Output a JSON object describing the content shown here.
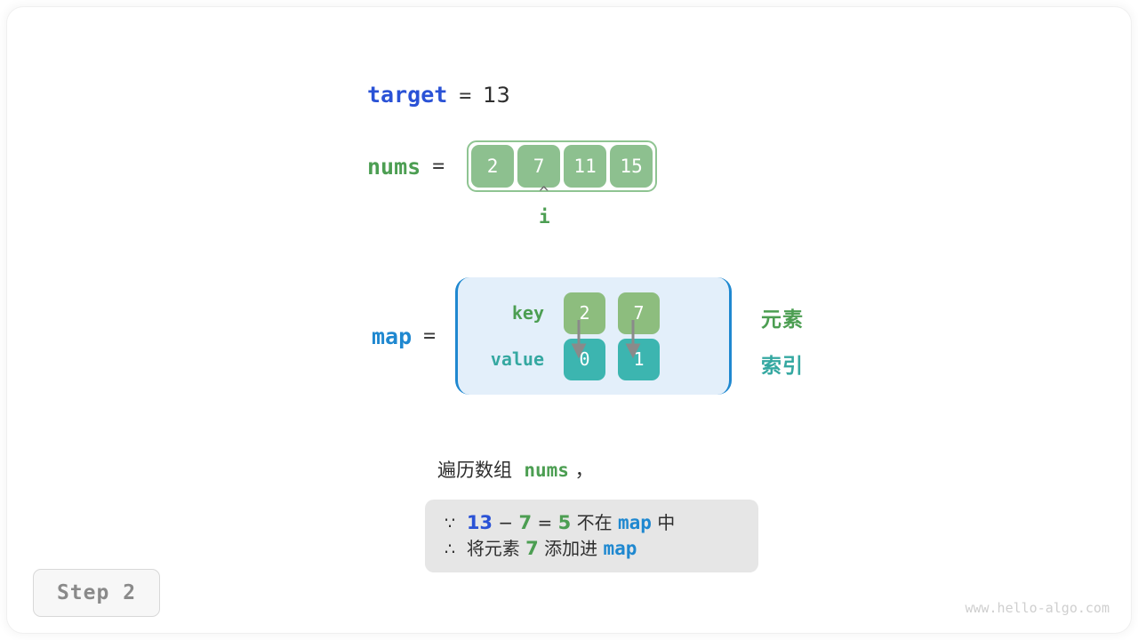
{
  "figure": {
    "watermark": "www.hello-algo.com",
    "step_badge": "Step 2"
  },
  "target": {
    "name": "target",
    "equals": "=",
    "value": "13"
  },
  "nums": {
    "name": "nums",
    "equals": "=",
    "cells": [
      "2",
      "7",
      "11",
      "15"
    ],
    "pointer": {
      "caret": "^",
      "label": "i",
      "index": 1
    }
  },
  "map": {
    "name": "map",
    "equals": "=",
    "row_labels": {
      "key": "key",
      "value": "value"
    },
    "keys": [
      "2",
      "7"
    ],
    "values": [
      "0",
      "1"
    ],
    "side_labels": {
      "element": "元素",
      "index": "索引"
    }
  },
  "description": {
    "line_prefix": "遍历数组",
    "line_var": "nums",
    "line_suffix": "，"
  },
  "info": {
    "line1": {
      "symbol": "∵",
      "a": "13",
      "minus": "−",
      "b": "7",
      "eq": "=",
      "c": "5",
      "mid": "不在",
      "map": "map",
      "tail": "中"
    },
    "line2": {
      "symbol": "∴",
      "lead": "将元素",
      "num": "7",
      "mid": "添加进",
      "map": "map"
    }
  },
  "colors": {
    "blue_dark": "#2a52d6",
    "blue": "#1f88d0",
    "green": "#4c9e52",
    "green_cell": "#8dc08f",
    "green_key": "#8dbd7e",
    "teal": "#35a8a1",
    "teal_cell": "#3cb5b0",
    "map_bg": "#e3effa",
    "info_bg": "#e6e6e6",
    "gray_text": "#8a8a8a"
  }
}
